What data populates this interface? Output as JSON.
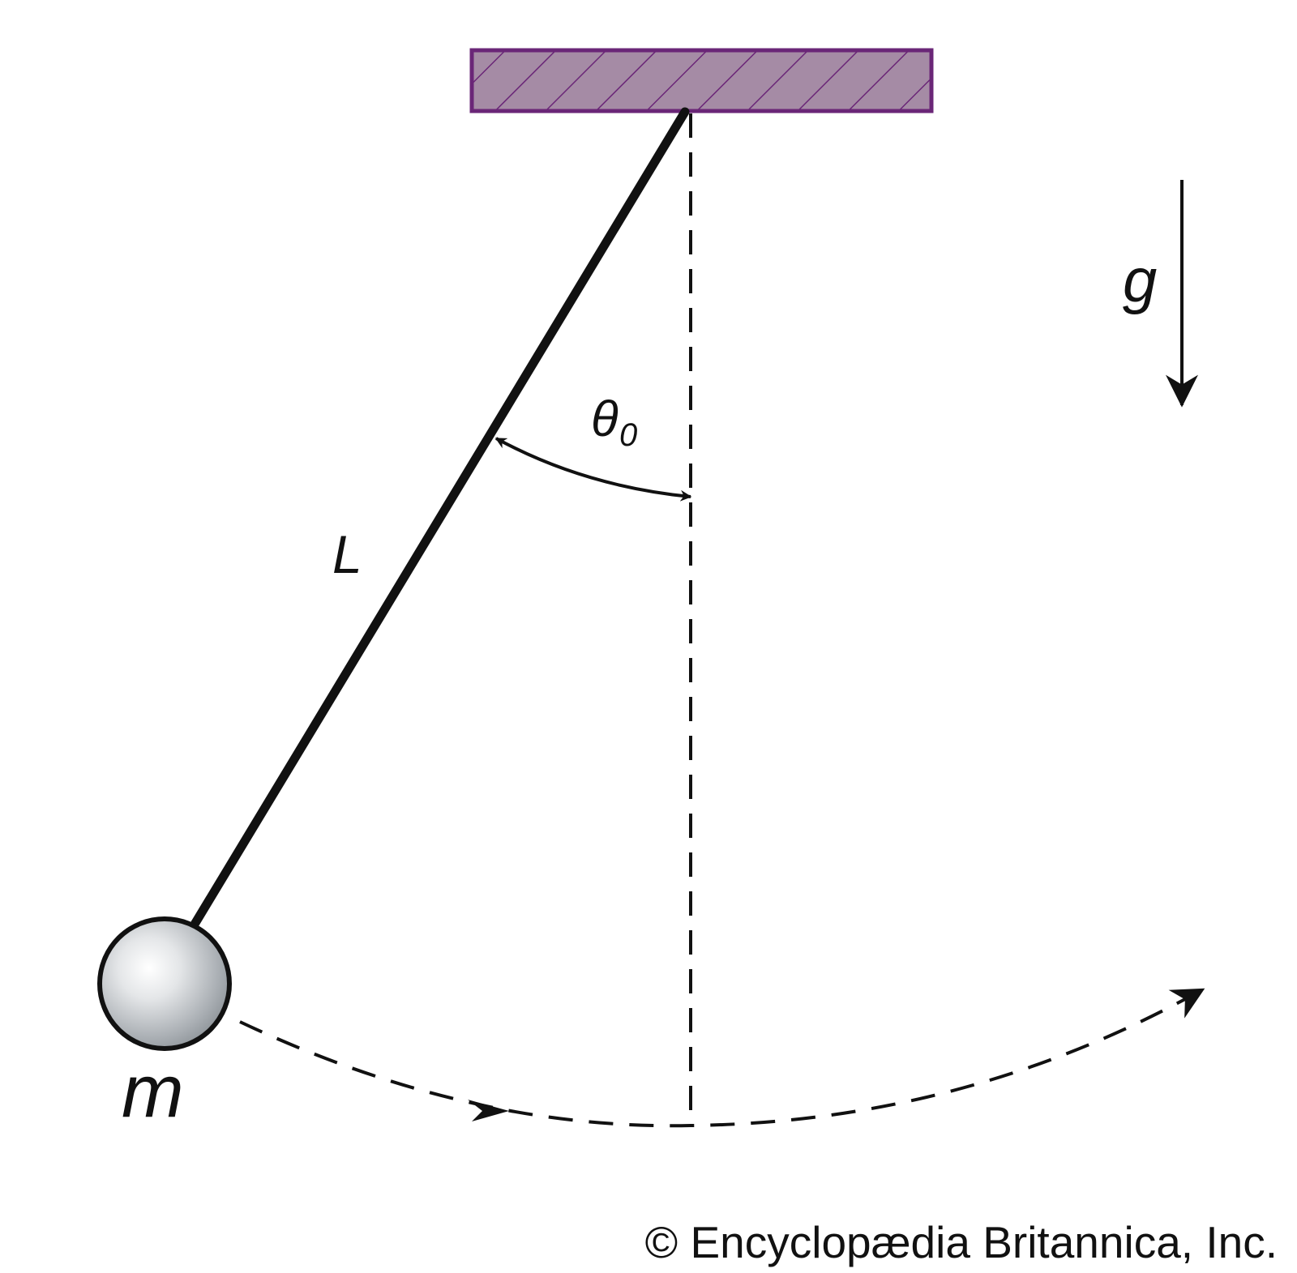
{
  "labels": {
    "length": "L",
    "mass": "m",
    "gravity": "g",
    "angle_symbol": "θ",
    "angle_subscript": "0"
  },
  "credit": "© Encyclopædia Britannica, Inc.",
  "colors": {
    "support_fill": "#a58ba5",
    "support_stroke": "#6a2677",
    "line": "#111111",
    "bob_highlight": "#ffffff",
    "bob_shadow": "#8e9499"
  }
}
